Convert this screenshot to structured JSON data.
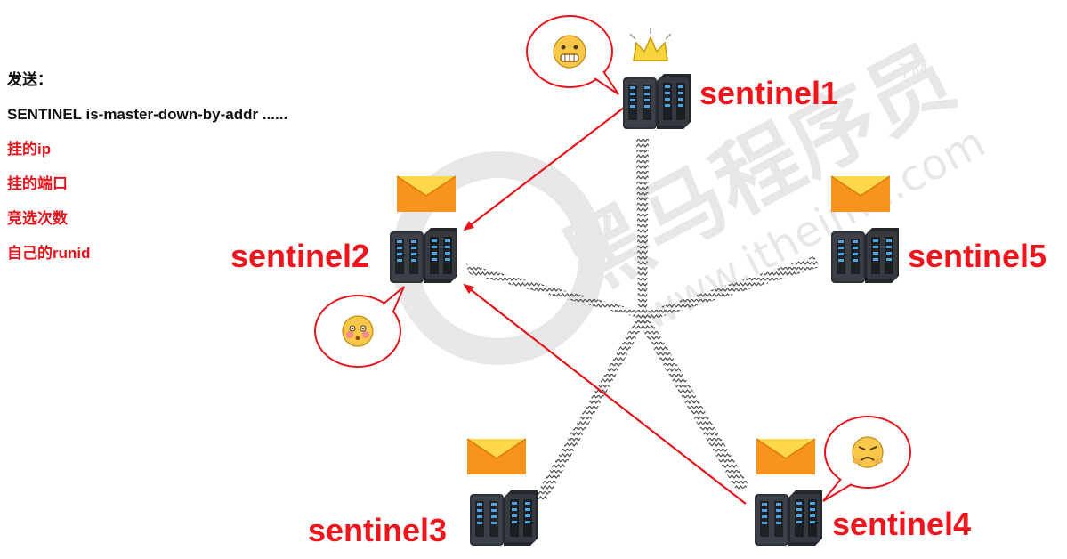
{
  "message": {
    "heading": "发送：",
    "command": "SENTINEL is-master-down-by-addr ......",
    "params": [
      "挂的ip",
      "挂的端口",
      "竞选次数",
      "自己的runid"
    ]
  },
  "sentinels": [
    {
      "id": "sentinel1",
      "label": "sentinel1",
      "role": "leader",
      "icon": "crown-icon",
      "emoji": "grinning-face-icon"
    },
    {
      "id": "sentinel2",
      "label": "sentinel2",
      "role": "receiver",
      "icon": "envelope-icon",
      "emoji": "blushing-face-icon"
    },
    {
      "id": "sentinel3",
      "label": "sentinel3",
      "role": "receiver",
      "icon": "envelope-icon"
    },
    {
      "id": "sentinel4",
      "label": "sentinel4",
      "role": "receiver",
      "icon": "envelope-icon",
      "emoji": "worried-face-icon"
    },
    {
      "id": "sentinel5",
      "label": "sentinel5",
      "role": "receiver",
      "icon": "envelope-icon"
    }
  ],
  "watermark": {
    "brand": "黑马程序员",
    "site": "www.itheima.com",
    "tm": "TM"
  },
  "colors": {
    "accent_red": "#f0141c",
    "envelope": "#f7941d",
    "server": "#2b2f35",
    "crown": "#f6d53c"
  }
}
